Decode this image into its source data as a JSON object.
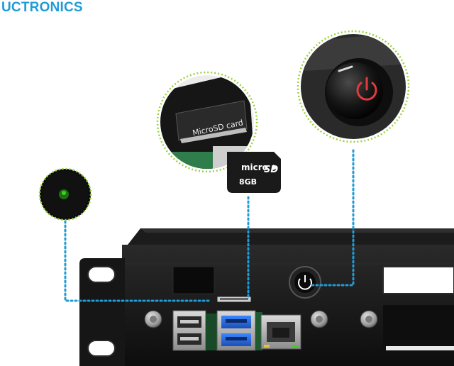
{
  "brand": {
    "logo_text": "UCTRONICS",
    "color": "#1f9bd6"
  },
  "callouts": {
    "led": {
      "name": "status-led",
      "led_color": "#3bd11c"
    },
    "microsd": {
      "slot_label": "MicroSD card"
    },
    "power": {
      "icon": "power-icon",
      "color": "#e23b3b"
    }
  },
  "sd_card": {
    "brand_line1": "micro",
    "brand_line2": "SD",
    "capacity": "8GB"
  },
  "colors": {
    "dotted_green": "#9ad23b",
    "dotted_blue": "#1f9bd6",
    "chassis": "#151515"
  }
}
